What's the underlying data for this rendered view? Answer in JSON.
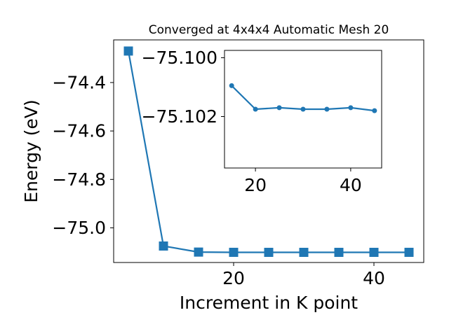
{
  "chart_data": [
    {
      "type": "line",
      "title": "Converged at 4x4x4 Automatic Mesh 20",
      "xlabel": "Increment in K point",
      "ylabel": "Energy (eV)",
      "xlim": [
        2.9,
        47.1
      ],
      "ylim": [
        -75.143,
        -74.224
      ],
      "x_ticks": [
        20,
        40
      ],
      "y_ticks": [
        -74.4,
        -74.6,
        -74.8,
        -75.0
      ],
      "x_tick_labels": [
        "20",
        "40"
      ],
      "y_tick_labels": [
        "−74.4",
        "−74.6",
        "−74.8",
        "−75.0"
      ],
      "marker": "square",
      "color": "#1f77b4",
      "grid": false,
      "series": [
        {
          "x": [
            5,
            10,
            15,
            20,
            25,
            30,
            35,
            40,
            45
          ],
          "y": [
            -74.27,
            -75.075,
            -75.1,
            -75.101,
            -75.1011,
            -75.1011,
            -75.1011,
            -75.1011,
            -75.101
          ]
        }
      ]
    },
    {
      "type": "line",
      "title": "",
      "xlabel": "",
      "ylabel": "",
      "xlim": [
        13.5,
        46.5
      ],
      "ylim": [
        -75.10375,
        -75.09975
      ],
      "x_ticks": [
        20,
        40
      ],
      "y_ticks": [
        -75.102,
        -75.1
      ],
      "x_tick_labels": [
        "20",
        "40"
      ],
      "y_tick_labels": [
        "−75.102",
        "−75.100"
      ],
      "marker": "circle",
      "color": "#1f77b4",
      "grid": false,
      "series": [
        {
          "x": [
            15,
            20,
            25,
            30,
            35,
            40,
            45
          ],
          "y": [
            -75.10095,
            -75.10175,
            -75.1017,
            -75.10175,
            -75.10175,
            -75.1017,
            -75.1018
          ]
        }
      ]
    }
  ]
}
